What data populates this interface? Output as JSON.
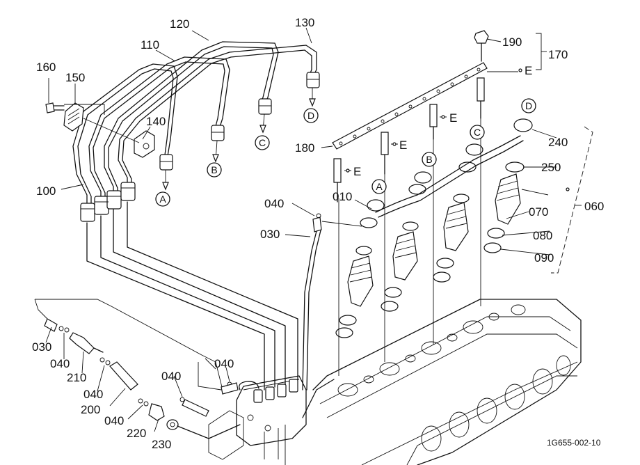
{
  "figure_id": "1G655-002-10",
  "labels": {
    "l100": "100",
    "l110": "110",
    "l120": "120",
    "l130": "130",
    "l140": "140",
    "l150": "150",
    "l160": "160",
    "l170": "170",
    "l180": "180",
    "l190": "190",
    "l010": "010",
    "l030a": "030",
    "l040a": "040",
    "l060": "060",
    "l070": "070",
    "l080": "080",
    "l090": "090",
    "l240": "240",
    "l250": "250",
    "l030b": "030",
    "l040b": "040",
    "l210": "210",
    "l040c": "040",
    "l200": "200",
    "l040d": "040",
    "l220": "220",
    "l230": "230",
    "l040e": "040",
    "l040f": "040"
  },
  "callouts": {
    "A": "A",
    "B": "B",
    "C": "C",
    "D": "D",
    "E": "E"
  }
}
